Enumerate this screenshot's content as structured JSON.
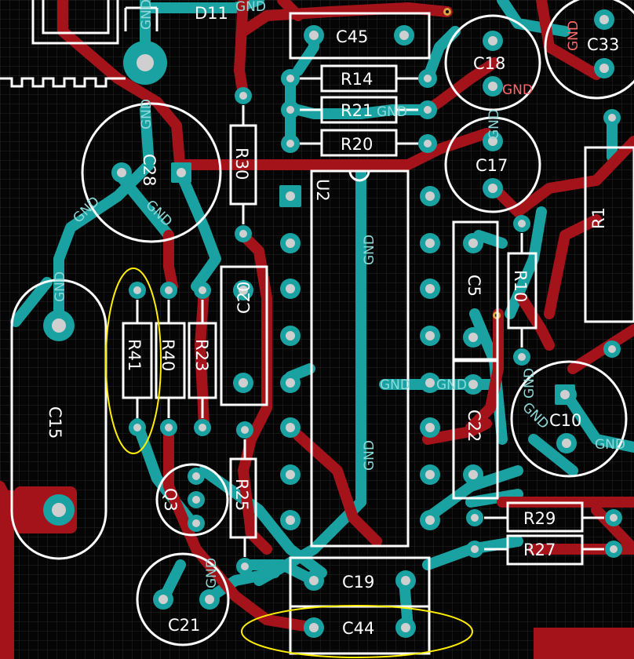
{
  "colors": {
    "background": "#050505",
    "grid": "#2a2a2a",
    "bottom_copper": "#1aa2a2",
    "top_copper": "#a4131a",
    "pad": "#1aa2a2",
    "pad_hole": "#d0d0d0",
    "silkscreen": "#ffffff",
    "highlight": "#ffee00",
    "net_label_bottom": "#8fd9d9",
    "net_label_top": "#ff6a6a"
  },
  "components": {
    "d11": "D11",
    "c45": "C45",
    "r14": "R14",
    "r21": "R21",
    "r20": "R20",
    "r30": "R30",
    "c18": "C18",
    "c33": "C33",
    "c28": "C28",
    "c17": "C17",
    "u2": "U2",
    "r1": "R1",
    "c5": "C5",
    "r10": "R10",
    "r41": "R41",
    "r40": "R40",
    "r23": "R23",
    "c20": "C20",
    "c15": "C15",
    "c10": "C10",
    "c22": "C22",
    "q3": "Q3",
    "r25": "R25",
    "r29": "R29",
    "r27": "R27",
    "c19": "C19",
    "c21": "C21",
    "c44": "C44"
  },
  "nets": {
    "gnd": "GND"
  }
}
